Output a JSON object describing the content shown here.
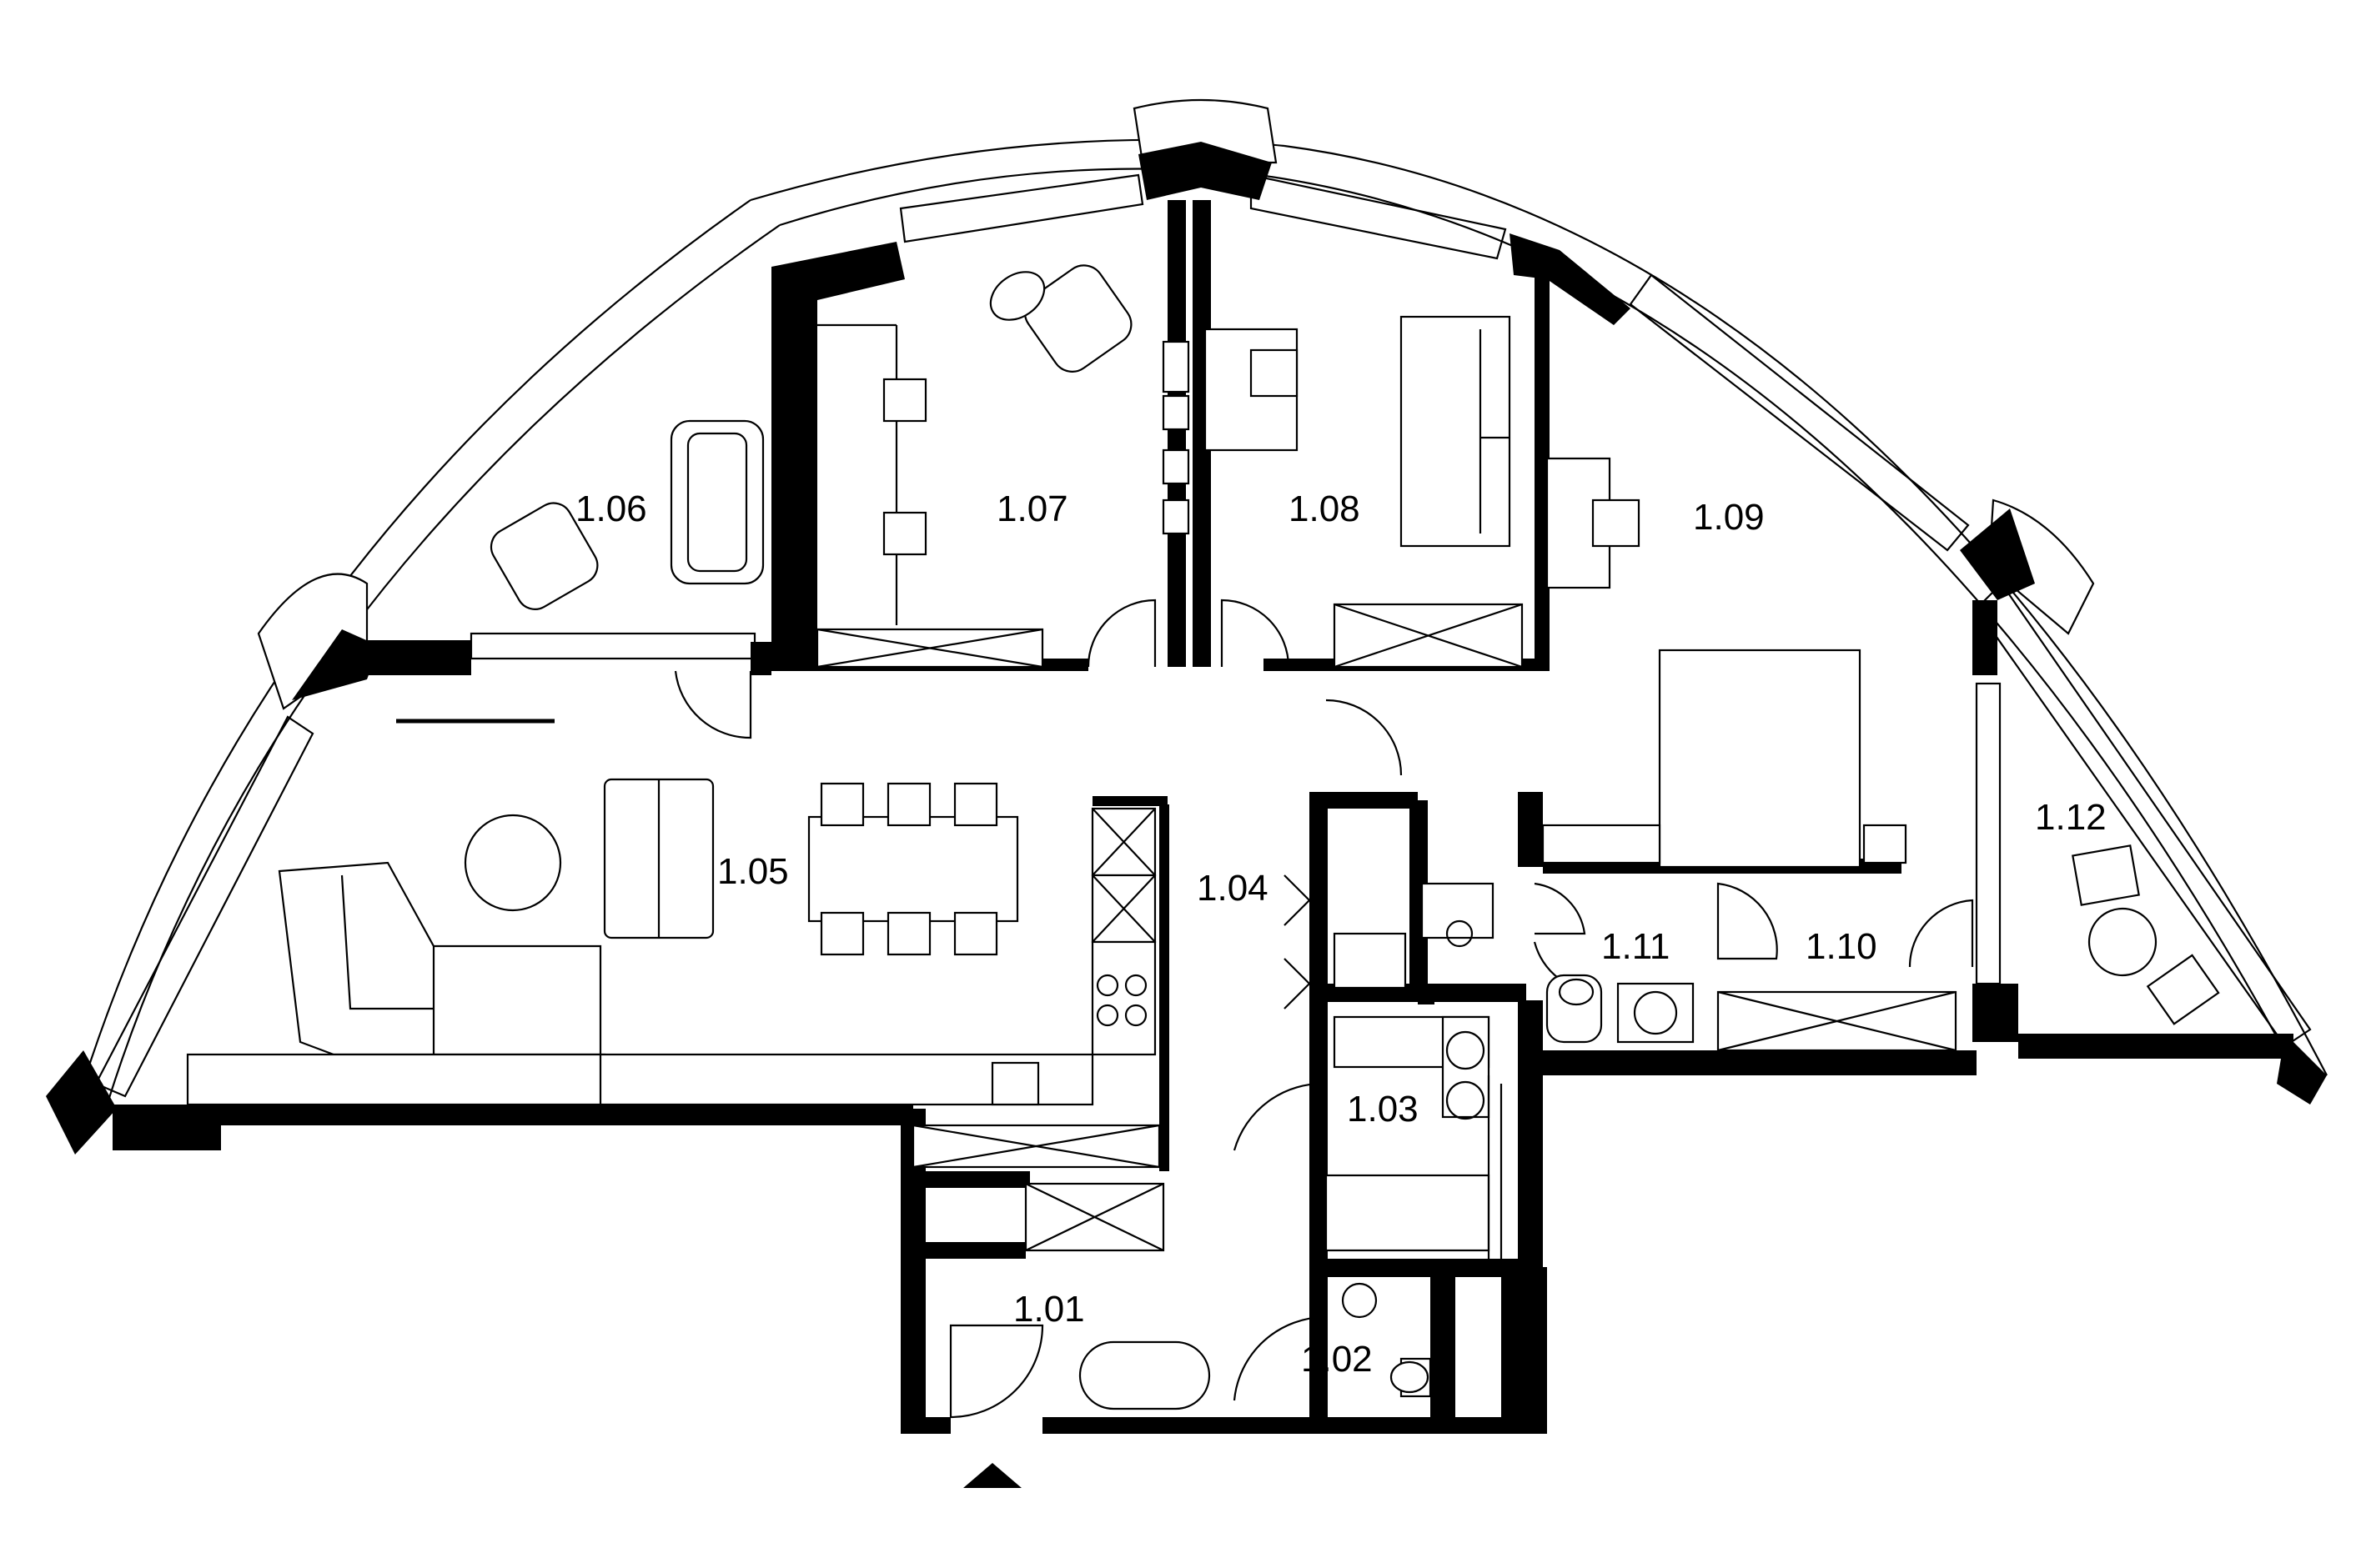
{
  "plan": {
    "colors": {
      "wall": "#000000",
      "line": "#000000",
      "background": "#ffffff"
    },
    "entrance_marker": "triangle-up",
    "rooms": [
      {
        "id": "1.01",
        "label": "1.01"
      },
      {
        "id": "1.02",
        "label": "1.02"
      },
      {
        "id": "1.03",
        "label": "1.03"
      },
      {
        "id": "1.04",
        "label": "1.04"
      },
      {
        "id": "1.05",
        "label": "1.05"
      },
      {
        "id": "1.06",
        "label": "1.06"
      },
      {
        "id": "1.07",
        "label": "1.07"
      },
      {
        "id": "1.08",
        "label": "1.08"
      },
      {
        "id": "1.09",
        "label": "1.09"
      },
      {
        "id": "1.10",
        "label": "1.10"
      },
      {
        "id": "1.11",
        "label": "1.11"
      },
      {
        "id": "1.12",
        "label": "1.12"
      }
    ]
  }
}
